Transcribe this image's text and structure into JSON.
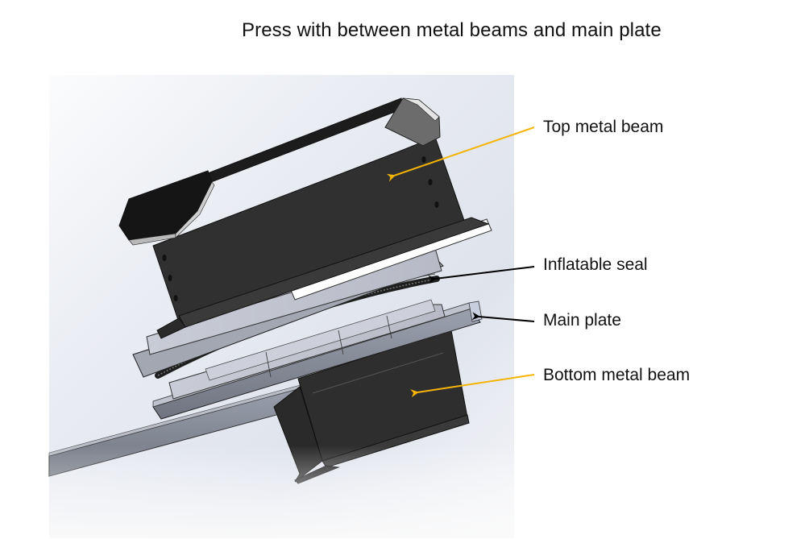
{
  "title": "Press with between metal beams and main plate",
  "render": {
    "description": "CAD render of press assembly",
    "background_colors": {
      "top": "#dde2ec",
      "bottom": "#fafafa"
    }
  },
  "callouts": [
    {
      "id": "top-metal-beam",
      "label": "Top metal beam",
      "arrow_color": "#f5b400"
    },
    {
      "id": "inflatable-seal",
      "label": "Inflatable seal",
      "arrow_color": "#000000"
    },
    {
      "id": "main-plate",
      "label": "Main plate",
      "arrow_color": "#000000"
    },
    {
      "id": "bottom-metal-beam",
      "label": "Bottom metal beam",
      "arrow_color": "#f5b400"
    }
  ]
}
